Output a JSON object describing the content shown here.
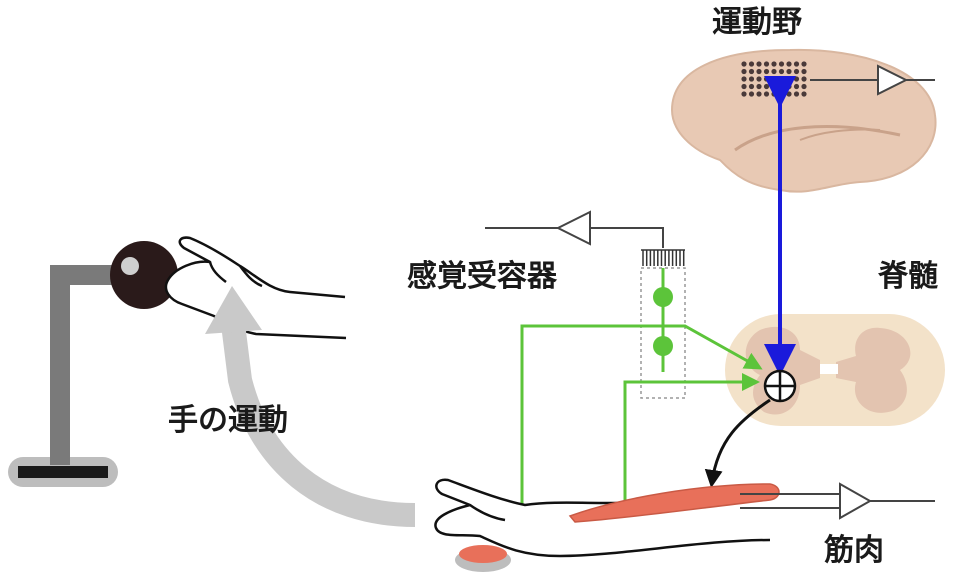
{
  "labels": {
    "motor_cortex": "運動野",
    "spinal_cord": "脊髄",
    "sensory_receptor": "感覚受容器",
    "hand_movement": "手の運動",
    "muscle": "筋肉"
  },
  "colors": {
    "brain_fill": "#e8c9b4",
    "spinal_fill": "#f3e2c9",
    "grey_matter": "#e3c4b0",
    "green_path": "#5cc43a",
    "blue_path": "#1a1adb",
    "muscle_fill": "#e8705a",
    "grey_arrow": "#c9c9c9",
    "device_grey": "#7a7a7a"
  }
}
